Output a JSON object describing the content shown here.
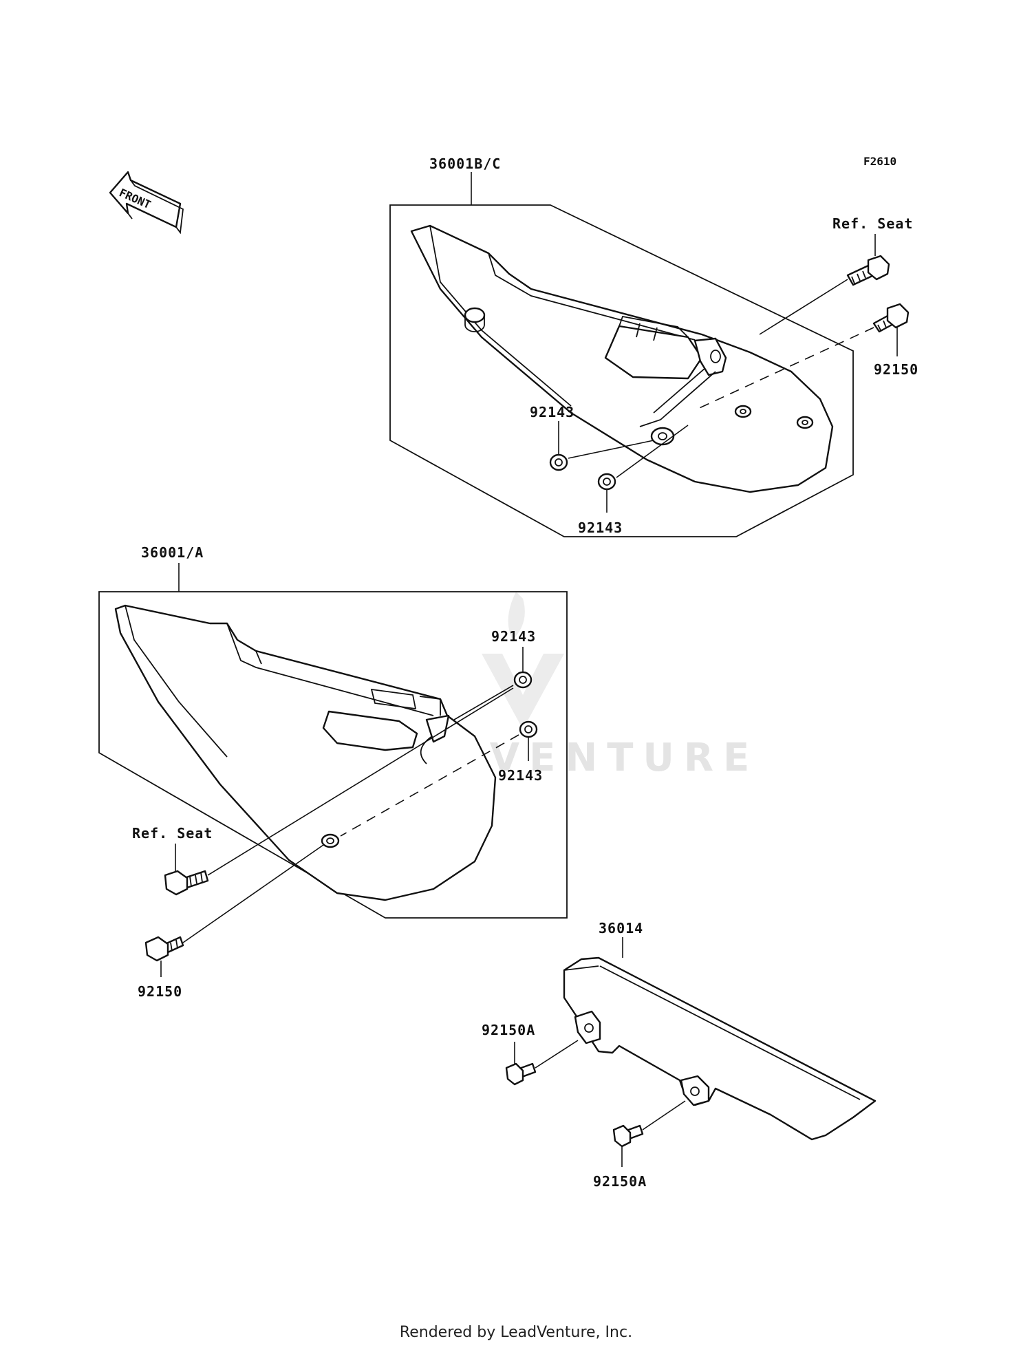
{
  "diagram": {
    "figure_code": "F2610",
    "front_label": "FRONT",
    "watermark": "LEADVENTURE",
    "callouts": {
      "side_cover_right": "36001B/C",
      "side_cover_left": "36001/A",
      "chain_cover": "36014",
      "ref_seat_top": "Ref. Seat",
      "ref_seat_left": "Ref. Seat",
      "bolt_top": "92150",
      "bolt_left": "92150",
      "washer_top_a": "92143",
      "washer_top_b": "92143",
      "washer_left_a": "92143",
      "washer_left_b": "92143",
      "bolt_chain_a": "92150A",
      "bolt_chain_b": "92150A"
    }
  },
  "footer": {
    "credit": "Rendered by LeadVenture, Inc."
  }
}
